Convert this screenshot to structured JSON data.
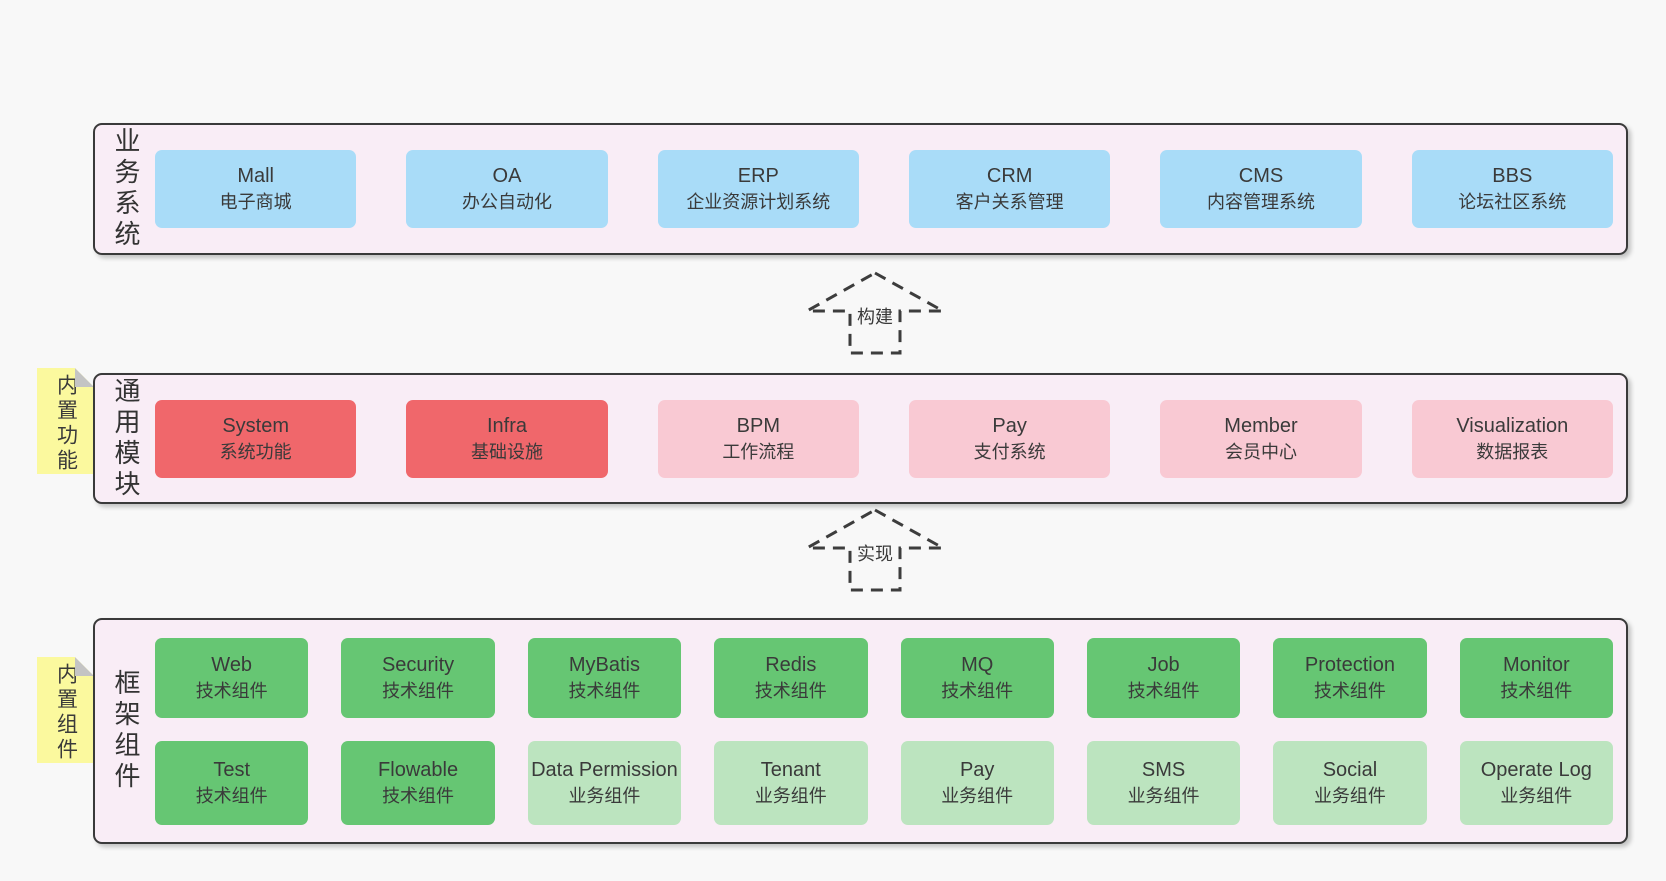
{
  "colors": {
    "page_bg": "#f8f8f8",
    "section_bg": "#f9edf6",
    "section_border": "#3a3a3a",
    "node_blue": "#a9dcf8",
    "node_red": "#f0676b",
    "node_pink": "#f9c9d3",
    "node_green": "#66c673",
    "node_light_green": "#bce4bf",
    "sticky_yellow": "#fbf99e",
    "sticky_fold_gray": "#c4c4c4",
    "text": "#3a3a3a"
  },
  "sections": {
    "business": {
      "label": "业务系统",
      "boxes": [
        {
          "name": "Mall",
          "desc": "电子商城"
        },
        {
          "name": "OA",
          "desc": "办公自动化"
        },
        {
          "name": "ERP",
          "desc": "企业资源计划系统"
        },
        {
          "name": "CRM",
          "desc": "客户关系管理"
        },
        {
          "name": "CMS",
          "desc": "内容管理系统"
        },
        {
          "name": "BBS",
          "desc": "论坛社区系统"
        }
      ]
    },
    "modules": {
      "label": "通用模块",
      "sticky": "内置功能",
      "boxes": [
        {
          "name": "System",
          "desc": "系统功能"
        },
        {
          "name": "Infra",
          "desc": "基础设施"
        },
        {
          "name": "BPM",
          "desc": "工作流程"
        },
        {
          "name": "Pay",
          "desc": "支付系统"
        },
        {
          "name": "Member",
          "desc": "会员中心"
        },
        {
          "name": "Visualization",
          "desc": "数据报表"
        }
      ]
    },
    "components": {
      "label": "框架组件",
      "sticky": "内置组件",
      "row1": [
        {
          "name": "Web",
          "desc": "技术组件"
        },
        {
          "name": "Security",
          "desc": "技术组件"
        },
        {
          "name": "MyBatis",
          "desc": "技术组件"
        },
        {
          "name": "Redis",
          "desc": "技术组件"
        },
        {
          "name": "MQ",
          "desc": "技术组件"
        },
        {
          "name": "Job",
          "desc": "技术组件"
        },
        {
          "name": "Protection",
          "desc": "技术组件"
        },
        {
          "name": "Monitor",
          "desc": "技术组件"
        }
      ],
      "row2": [
        {
          "name": "Test",
          "desc": "技术组件"
        },
        {
          "name": "Flowable",
          "desc": "技术组件"
        },
        {
          "name": "Data Permission",
          "desc": "业务组件"
        },
        {
          "name": "Tenant",
          "desc": "业务组件"
        },
        {
          "name": "Pay",
          "desc": "业务组件"
        },
        {
          "name": "SMS",
          "desc": "业务组件"
        },
        {
          "name": "Social",
          "desc": "业务组件"
        },
        {
          "name": "Operate Log",
          "desc": "业务组件"
        }
      ]
    }
  },
  "arrows": {
    "build": {
      "label": "构建"
    },
    "implement": {
      "label": "实现"
    }
  }
}
